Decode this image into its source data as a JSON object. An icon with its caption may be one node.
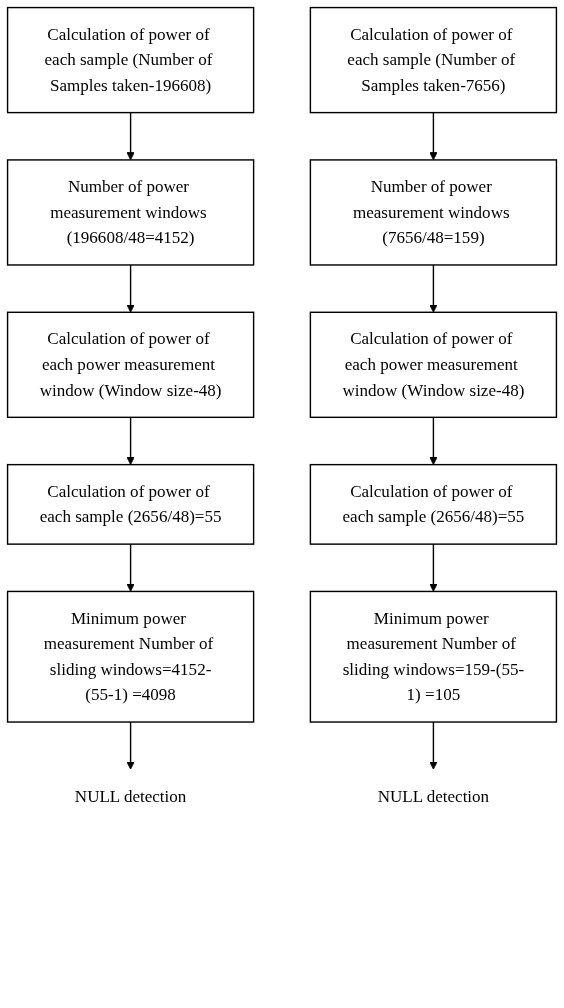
{
  "diagram": {
    "nodes": [
      {
        "text": [
          "Calculation of power of each sample (Number of Samples taken-196608)"
        ]
      },
      {
        "text": [
          "Number of power measurement windows (196608/48=4152)"
        ]
      },
      {
        "text": [
          "Calculation of power of each power measurement window (Window size-48)"
        ]
      },
      {
        "text": [
          "Calculation of power of each sample (2656/48)=55"
        ]
      },
      {
        "text": [
          "Minimum power measurement Number of sliding windows=4152-(55-1) =4098"
        ]
      },
      {
        "text": [
          "NULL detection"
        ]
      },
      {
        "text": [
          "Calculation of power of each sample (Number of Samples taken-7656)"
        ]
      },
      {
        "text": [
          "Number of power measurement windows (7656/48=159)"
        ]
      },
      {
        "text": [
          "Calculation of power of each power measurement window (Window size-48)"
        ]
      },
      {
        "text": [
          "Calculation of power of each sample (2656/48)=55"
        ]
      },
      {
        "text": [
          "Minimum power measurement Number of sliding windows=159-(55-1) =105"
        ]
      },
      {
        "text": [
          "NULL detection"
        ]
      }
    ],
    "edges": [
      {
        "from": 0,
        "to": 1,
        "arrow": "to"
      },
      {
        "from": 1,
        "to": 2,
        "arrow": "to"
      },
      {
        "from": 2,
        "to": 3,
        "arrow": "to"
      },
      {
        "from": 3,
        "to": 4,
        "arrow": "to"
      },
      {
        "from": 4,
        "to": 5,
        "arrow": "to"
      },
      {
        "from": 6,
        "to": 7,
        "arrow": "to"
      },
      {
        "from": 7,
        "to": 8,
        "arrow": "to"
      },
      {
        "from": 8,
        "to": 9,
        "arrow": "to"
      },
      {
        "from": 9,
        "to": 10,
        "arrow": "to"
      },
      {
        "from": 10,
        "to": 11,
        "arrow": "to"
      }
    ]
  }
}
